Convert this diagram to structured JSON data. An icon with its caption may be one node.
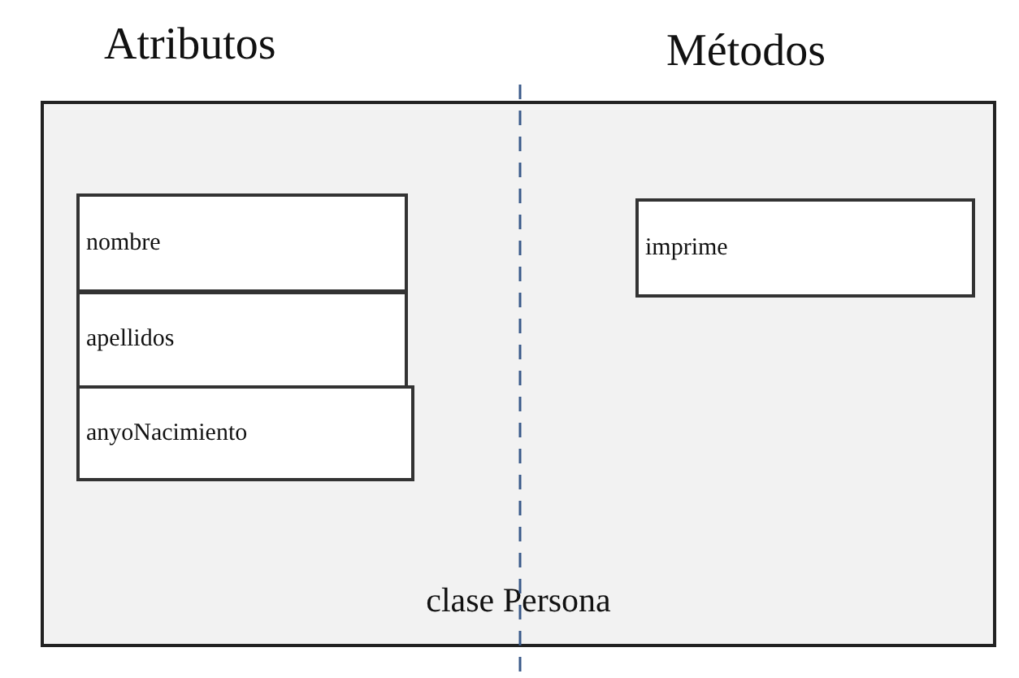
{
  "diagram": {
    "nodes": [
      {
        "text": [
          "clase Persona"
        ]
      },
      {
        "text": [
          "nombre"
        ],
        "in": 0
      },
      {
        "text": [
          "apellidos"
        ],
        "in": 0
      },
      {
        "text": [
          "anyoNacimiento"
        ],
        "in": 0
      },
      {
        "text": [
          "imprime"
        ],
        "in": 0
      }
    ],
    "labels": [
      "Atributos",
      "Métodos"
    ]
  }
}
